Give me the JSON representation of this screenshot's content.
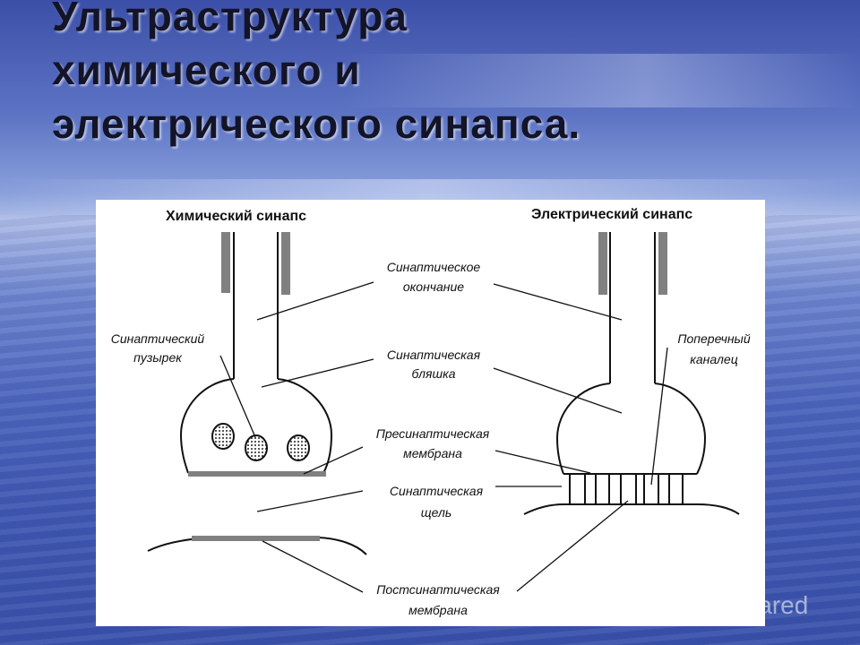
{
  "slide": {
    "title": "Ультраструктура\nхимического и\nэлектрического синапса."
  },
  "diagram": {
    "chemical_header": "Химический синапс",
    "electrical_header": "Электрический синапс",
    "labels": {
      "terminal_1": "Синаптическое",
      "terminal_2": "окончание",
      "vesicle_1": "Синаптический",
      "vesicle_2": "пузырек",
      "plaque_1": "Синаптическая",
      "plaque_2": "бляшка",
      "channel_1": "Поперечный",
      "channel_2": "каналец",
      "presyn_1": "Пресинаптическая",
      "presyn_2": "мембрана",
      "cleft_1": "Синаптическая",
      "cleft_2": "щель",
      "postsyn_1": "Постсинаптическая",
      "postsyn_2": "мембрана"
    }
  },
  "watermark": {
    "text": "Shared"
  },
  "colors": {
    "membrane_gray": "#808080",
    "line": "#111111"
  }
}
